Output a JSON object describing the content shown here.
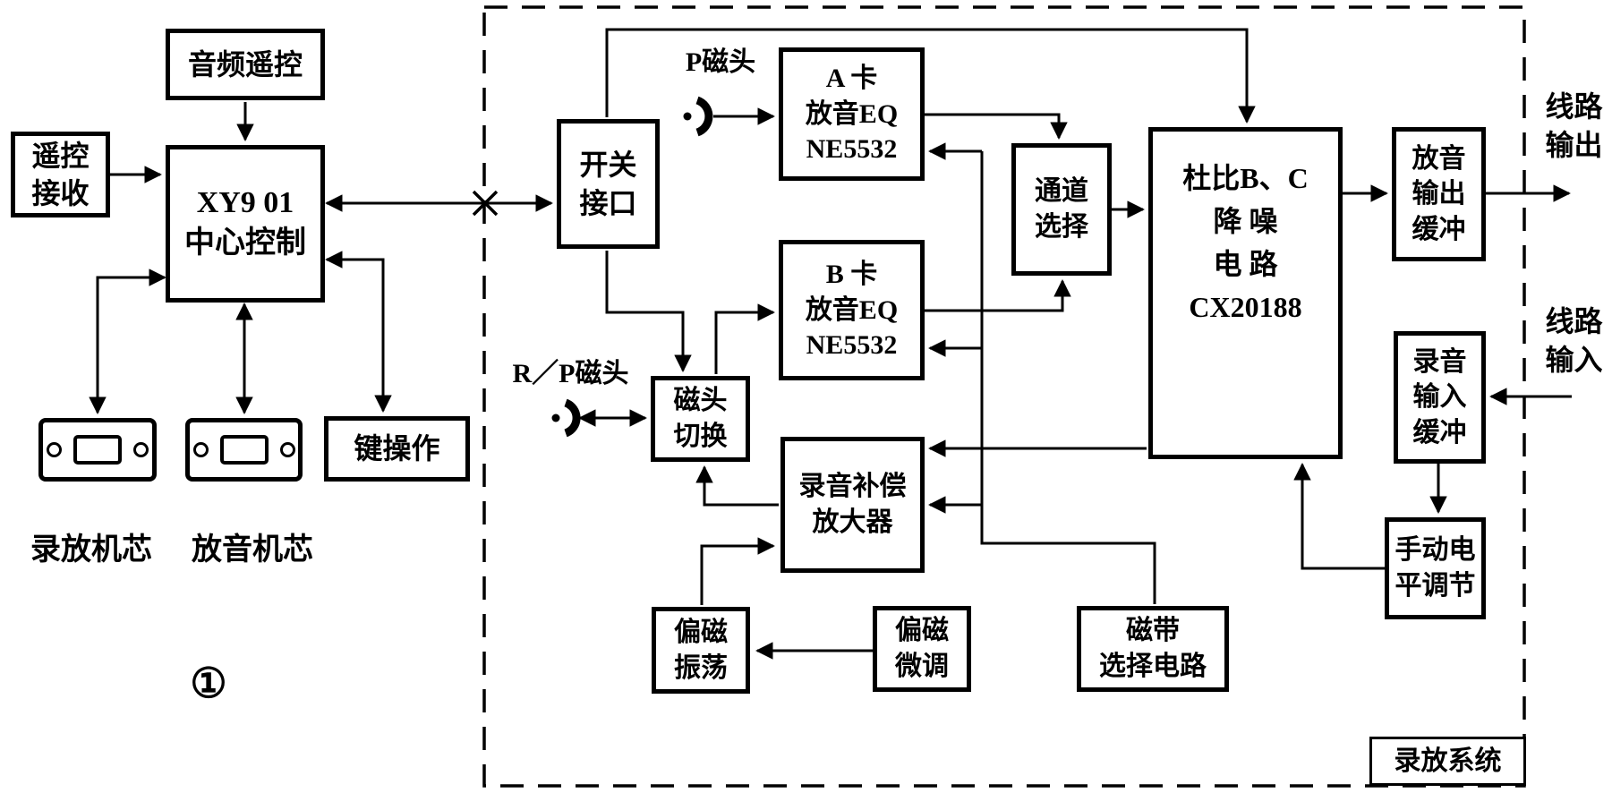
{
  "diagram": {
    "figure_number": "①",
    "system_label": "录放系统",
    "colors": {
      "ink": "#000000",
      "paper": "#ffffff"
    },
    "blocks": {
      "audio_remote": "音频遥控",
      "remote_receiver": "遥控\n接收",
      "center_control": "XY9 01\n中心控制",
      "key_operation": "键操作",
      "switch_interface": "开关\n接口",
      "a_card_eq": "A 卡\n放音EQ\nNE5532",
      "b_card_eq": "B 卡\n放音EQ\nNE5532",
      "head_switch": "磁头\n切换",
      "record_comp_amp": "录音补偿\n放大器",
      "bias_osc": "偏磁\n振荡",
      "bias_trim": "偏磁\n微调",
      "tape_select": "磁带\n选择电路",
      "channel_select": "通道\n选择",
      "dolby_nr": "杜比B、C\n降  噪\n电  路\nCX20188",
      "play_out_buffer": "放音\n输出\n缓冲",
      "rec_in_buffer": "录音\n输入\n缓冲",
      "manual_level": "手动电\n平调节"
    },
    "labels": {
      "p_head": "P磁头",
      "rp_head": "R／P磁头",
      "line_out": "线路\n输出",
      "line_in": "线路\n输入",
      "rec_play_mech": "录放机芯",
      "play_mech": "放音机芯"
    }
  }
}
